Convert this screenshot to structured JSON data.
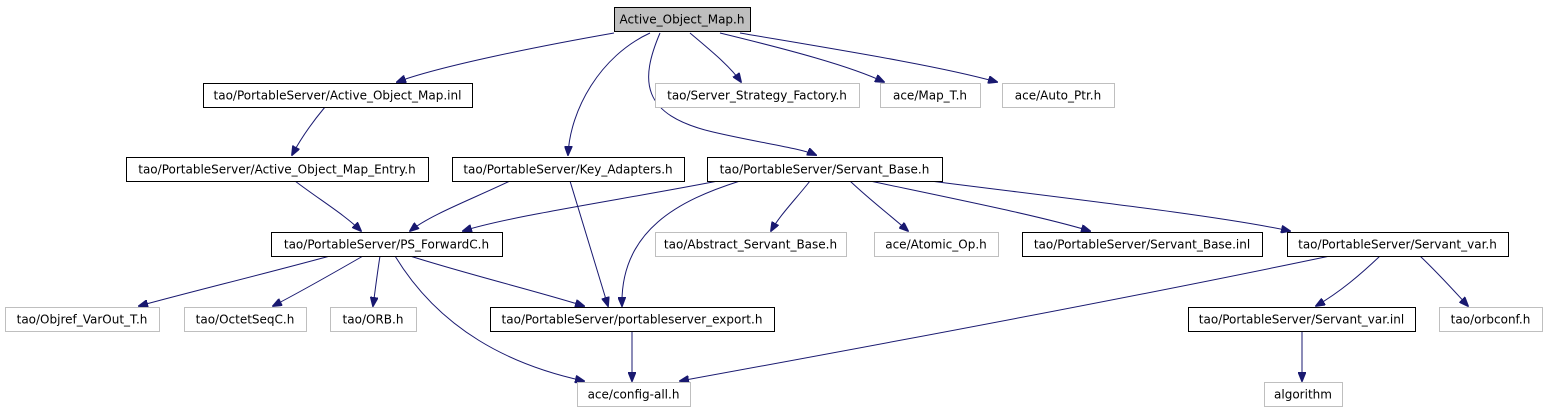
{
  "colors": {
    "edge": "#191970",
    "root_fill": "#bfbfbf",
    "documented_border": "#000000",
    "external_border": "#bfbfbf",
    "background": "#ffffff"
  },
  "nodes": [
    {
      "id": "active_object_map_h",
      "label": "Active_Object_Map.h",
      "kind": "root"
    },
    {
      "id": "aom_inl",
      "label": "tao/PortableServer/Active_Object_Map.inl",
      "kind": "documented"
    },
    {
      "id": "server_strategy_factory",
      "label": "tao/Server_Strategy_Factory.h",
      "kind": "external"
    },
    {
      "id": "map_t",
      "label": "ace/Map_T.h",
      "kind": "external"
    },
    {
      "id": "auto_ptr",
      "label": "ace/Auto_Ptr.h",
      "kind": "external"
    },
    {
      "id": "aom_entry",
      "label": "tao/PortableServer/Active_Object_Map_Entry.h",
      "kind": "documented"
    },
    {
      "id": "key_adapters",
      "label": "tao/PortableServer/Key_Adapters.h",
      "kind": "documented"
    },
    {
      "id": "servant_base",
      "label": "tao/PortableServer/Servant_Base.h",
      "kind": "documented"
    },
    {
      "id": "ps_forwardc",
      "label": "tao/PortableServer/PS_ForwardC.h",
      "kind": "documented"
    },
    {
      "id": "abstract_servant_base",
      "label": "tao/Abstract_Servant_Base.h",
      "kind": "external"
    },
    {
      "id": "atomic_op",
      "label": "ace/Atomic_Op.h",
      "kind": "external"
    },
    {
      "id": "servant_base_inl",
      "label": "tao/PortableServer/Servant_Base.inl",
      "kind": "documented"
    },
    {
      "id": "servant_var",
      "label": "tao/PortableServer/Servant_var.h",
      "kind": "documented"
    },
    {
      "id": "objref_varout",
      "label": "tao/Objref_VarOut_T.h",
      "kind": "external"
    },
    {
      "id": "octetseqc",
      "label": "tao/OctetSeqC.h",
      "kind": "external"
    },
    {
      "id": "orb_h",
      "label": "tao/ORB.h",
      "kind": "external"
    },
    {
      "id": "ps_export",
      "label": "tao/PortableServer/portableserver_export.h",
      "kind": "documented"
    },
    {
      "id": "servant_var_inl",
      "label": "tao/PortableServer/Servant_var.inl",
      "kind": "documented"
    },
    {
      "id": "orbconf",
      "label": "tao/orbconf.h",
      "kind": "external"
    },
    {
      "id": "config_all",
      "label": "ace/config-all.h",
      "kind": "external"
    },
    {
      "id": "algorithm",
      "label": "algorithm",
      "kind": "external"
    }
  ],
  "edges": [
    {
      "from": "active_object_map_h",
      "to": "aom_inl"
    },
    {
      "from": "active_object_map_h",
      "to": "key_adapters"
    },
    {
      "from": "active_object_map_h",
      "to": "servant_base"
    },
    {
      "from": "active_object_map_h",
      "to": "server_strategy_factory"
    },
    {
      "from": "active_object_map_h",
      "to": "map_t"
    },
    {
      "from": "active_object_map_h",
      "to": "auto_ptr"
    },
    {
      "from": "aom_inl",
      "to": "aom_entry"
    },
    {
      "from": "aom_entry",
      "to": "ps_forwardc"
    },
    {
      "from": "key_adapters",
      "to": "ps_forwardc"
    },
    {
      "from": "key_adapters",
      "to": "ps_export"
    },
    {
      "from": "servant_base",
      "to": "ps_forwardc"
    },
    {
      "from": "servant_base",
      "to": "ps_export"
    },
    {
      "from": "servant_base",
      "to": "abstract_servant_base"
    },
    {
      "from": "servant_base",
      "to": "atomic_op"
    },
    {
      "from": "servant_base",
      "to": "servant_base_inl"
    },
    {
      "from": "servant_base",
      "to": "servant_var"
    },
    {
      "from": "ps_forwardc",
      "to": "objref_varout"
    },
    {
      "from": "ps_forwardc",
      "to": "octetseqc"
    },
    {
      "from": "ps_forwardc",
      "to": "orb_h"
    },
    {
      "from": "ps_forwardc",
      "to": "ps_export"
    },
    {
      "from": "ps_forwardc",
      "to": "config_all"
    },
    {
      "from": "servant_var",
      "to": "config_all"
    },
    {
      "from": "servant_var",
      "to": "servant_var_inl"
    },
    {
      "from": "servant_var",
      "to": "orbconf"
    },
    {
      "from": "ps_export",
      "to": "config_all"
    },
    {
      "from": "servant_var_inl",
      "to": "algorithm"
    }
  ]
}
